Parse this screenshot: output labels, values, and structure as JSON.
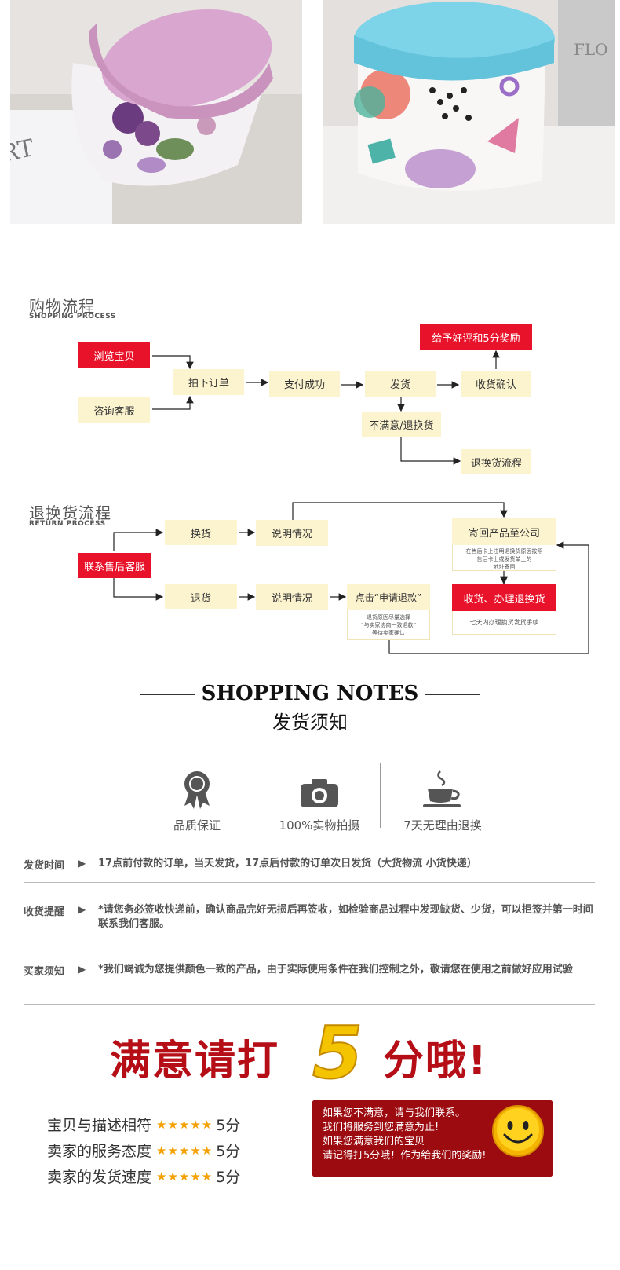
{
  "photos": {
    "left": {
      "caption_text": "RT",
      "colors": {
        "lid": "#d9a6cf",
        "body": "#f4f1f4",
        "bg": "#d8d4d0"
      }
    },
    "right": {
      "caption_text": "FLO",
      "colors": {
        "lid": "#7dd3e8",
        "body": "#f8f7f6",
        "bg": "#e3e0dd"
      }
    }
  },
  "shopping_process": {
    "title": "购物流程",
    "subtitle": "SHOPPING PROCESS",
    "steps": {
      "browse": "浏览宝贝",
      "consult": "咨询客服",
      "order": "拍下订单",
      "paid": "支付成功",
      "ship": "发货",
      "confirm": "收货确认",
      "review": "给予好评和5分奖励",
      "unsatisfied": "不满意/退换货",
      "return_flow": "退换货流程"
    }
  },
  "return_process": {
    "title": "退换货流程",
    "subtitle": "RETURN PROCESS",
    "steps": {
      "contact": "联系售后客服",
      "exchange": "换货",
      "explain1": "说明情况",
      "refund": "退货",
      "explain2": "说明情况",
      "apply": "点击“申请退款”",
      "send_back": "寄回产品至公司",
      "receive": "收货、办理退换货"
    },
    "notes": {
      "send_back": [
        "在售后卡上注明退换货原因按照",
        "售后卡上或发货单上的",
        "地址寄回"
      ],
      "apply": [
        "退货原因尽量选择",
        "“与卖家协商一致退款”",
        "等待卖家确认"
      ],
      "receive": [
        "七天内办理换货发货手续"
      ]
    }
  },
  "notes": {
    "title_en": "SHOPPING NOTES",
    "title_cn": "发货须知",
    "features": [
      {
        "icon": "medal-icon",
        "label": "品质保证"
      },
      {
        "icon": "camera-icon",
        "label": "100%实物拍摄"
      },
      {
        "icon": "coffee-cup-icon",
        "label": "7天无理由退换"
      }
    ],
    "rows": [
      {
        "key": "发货时间",
        "value": "17点前付款的订单，当天发货，17点后付款的订单次日发货（大货物流 小货快递）"
      },
      {
        "key": "收货提醒",
        "value": "*请您务必签收快递前，确认商品完好无损后再签收，如检验商品过程中发现缺货、少货，可以拒签并第一时间联系我们客服。"
      },
      {
        "key": "买家须知",
        "value": "*我们竭诚为您提供颜色一致的产品，由于实际使用条件在我们控制之外，敬请您在使用之前做好应用试验"
      }
    ]
  },
  "rating": {
    "banner_left": "满意请打",
    "banner_number": "5",
    "banner_right": "分哦!",
    "rows": [
      {
        "label": "宝贝与描述相符",
        "stars": 5,
        "score": "5分"
      },
      {
        "label": "卖家的服务态度",
        "stars": 5,
        "score": "5分"
      },
      {
        "label": "卖家的发货速度",
        "stars": 5,
        "score": "5分"
      }
    ],
    "card_lines": [
      "如果您不满意，请与我们联系。",
      "我们将服务到您满意为止!",
      "如果您满意我们的宝贝",
      "请记得打5分哦！作为给我们的奖励!"
    ],
    "colors": {
      "banner_red": "#b50e17",
      "card": "#9b0b0f",
      "star": "#f4a000",
      "gold": "#f5c400"
    }
  }
}
